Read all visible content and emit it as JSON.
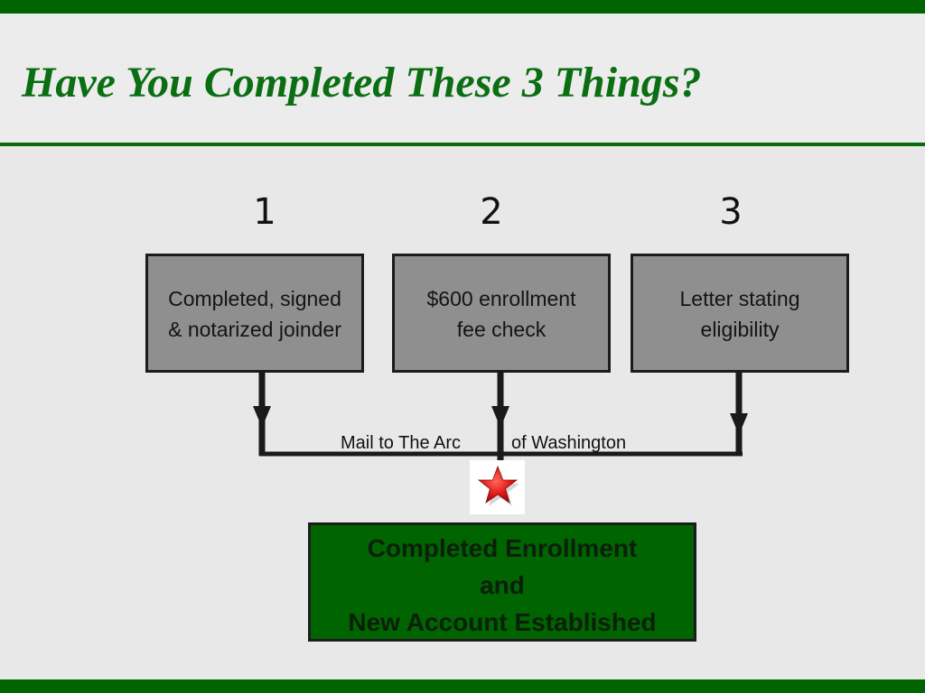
{
  "slide": {
    "title": "Have You Completed  These 3 Things?",
    "colors": {
      "accent_green": "#006400",
      "box_gray": "#8f8f8f",
      "star_red": "#e31b1b"
    }
  },
  "steps": [
    {
      "number": "1",
      "text": "Completed, signed\n & notarized joinder"
    },
    {
      "number": "2",
      "text": "$600 enrollment\nfee check"
    },
    {
      "number": "3",
      "text": "Letter stating\neligibility"
    }
  ],
  "connector": {
    "label_left": "Mail to The Arc",
    "label_right": "of Washington",
    "icon": "red-star-icon"
  },
  "result": {
    "lines": [
      "Completed Enrollment",
      "and",
      "New Account Established"
    ]
  }
}
